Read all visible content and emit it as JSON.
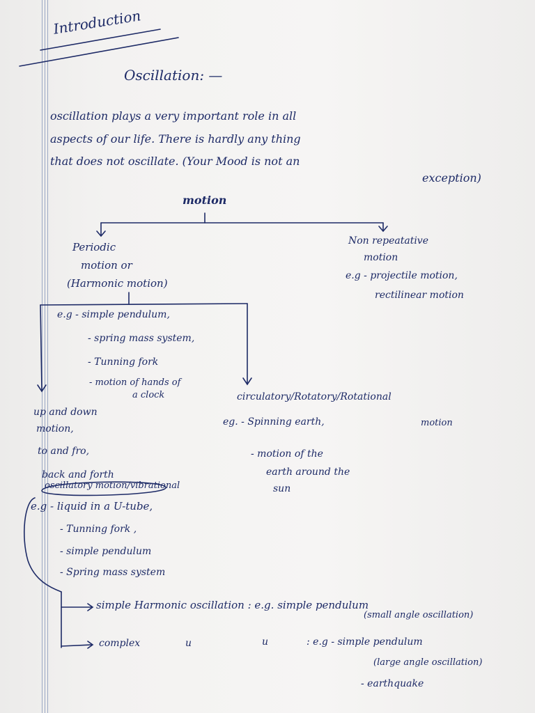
{
  "title": "Introduction",
  "heading": "Oscillation: —",
  "paragraph": [
    "oscillation plays a very important role in all",
    "aspects of our life. There is hardly any thing",
    "that does not oscillate. (Your Mood is not an",
    "exception)"
  ],
  "motion_label": "motion",
  "periodic": [
    "Periodic",
    "motion or",
    "(Harmonic motion)"
  ],
  "non_repetitive": [
    "Non repeatative",
    "motion",
    "e.g - projectile motion,",
    "rectilinear motion"
  ],
  "periodic_examples": [
    "e.g - simple pendulum,",
    "- spring mass system,",
    "- Tunning fork",
    "- motion of hands of",
    "a clock"
  ],
  "up_down": [
    "up and down",
    "motion,",
    "to and fro,",
    "back and forth",
    "oscillatory motion/vibrational"
  ],
  "circulatory": [
    "circulatory/Rotatory/Rotational",
    "motion",
    "eg. - Spinning earth,",
    "- motion of the",
    "earth around the",
    "sun"
  ],
  "oscillatory_examples": [
    "e.g - liquid in a U-tube,",
    "- Tunning fork ,",
    "- simple pendulum",
    "- Spring mass system"
  ],
  "shm": [
    "simple Harmonic oscillation : e.g. simple pendulum",
    "(small angle oscillation)"
  ],
  "complex": [
    "complex",
    "u",
    "u",
    ": e.g - simple pendulum",
    "(large angle oscillation)",
    "- earthquake"
  ]
}
